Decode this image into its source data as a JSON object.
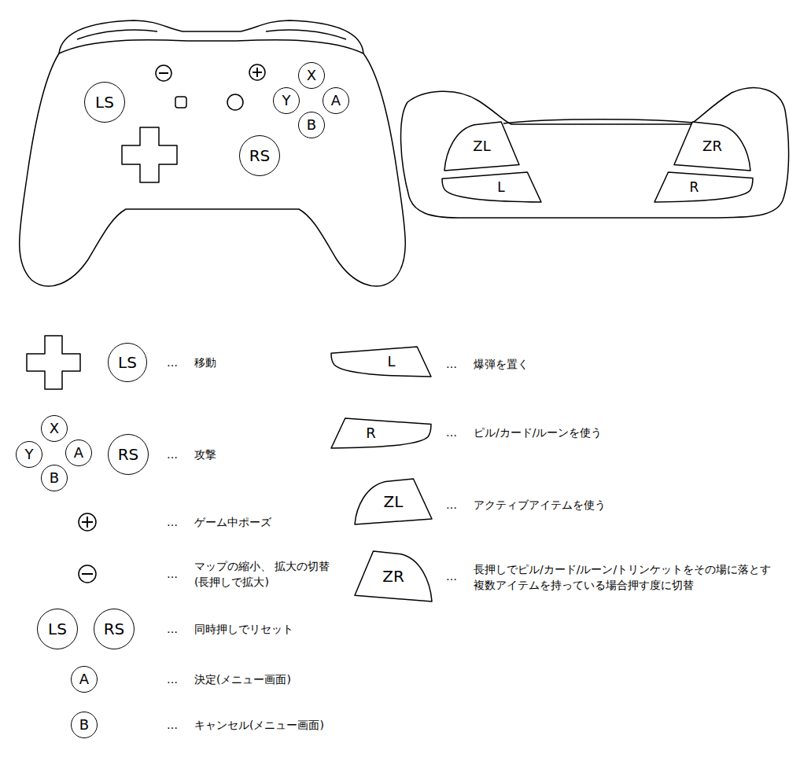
{
  "diagram": {
    "nodes": [
      {
        "text": [
          "X"
        ]
      },
      {
        "text": [
          "LS"
        ]
      },
      {
        "text": [
          "Y"
        ]
      },
      {
        "text": [
          "A"
        ]
      },
      {
        "text": [
          "B"
        ]
      },
      {
        "text": [
          "RS"
        ]
      },
      {
        "text": [
          "ZL"
        ]
      },
      {
        "text": [
          "ZR"
        ]
      },
      {
        "text": [
          "L"
        ]
      },
      {
        "text": [
          "R"
        ]
      },
      {
        "text": [
          "LS"
        ]
      },
      {
        "text": [
          "X"
        ]
      },
      {
        "text": [
          "Y"
        ]
      },
      {
        "text": [
          "A"
        ]
      },
      {
        "text": [
          "B"
        ]
      },
      {
        "text": [
          "RS"
        ]
      },
      {
        "text": [
          "LS"
        ]
      },
      {
        "text": [
          "RS"
        ]
      },
      {
        "text": [
          "A"
        ]
      },
      {
        "text": [
          "B"
        ]
      },
      {
        "text": [
          "L"
        ]
      },
      {
        "text": [
          "R"
        ]
      },
      {
        "text": [
          "ZL"
        ]
      },
      {
        "text": [
          "ZR"
        ]
      }
    ],
    "labels": [
      "…",
      "移動",
      "…",
      "攻撃",
      "…",
      "ゲーム中ポーズ",
      "…",
      "マップの縮小、 拡大の切替(長押しで拡大)",
      "…",
      "同時押しでリセット",
      "…",
      "決定(メニュー画面)",
      "…",
      "キャンセル(メニュー画面)",
      "…",
      "爆弾を置く",
      "…",
      "ピル/カード/ルーンを使う",
      "…",
      "アクティブアイテムを使う",
      "…",
      "長押しでピル/カード/ルーン/トリンケットをその場に落とす 複数アイテムを持っている場合押す度に切替"
    ]
  }
}
